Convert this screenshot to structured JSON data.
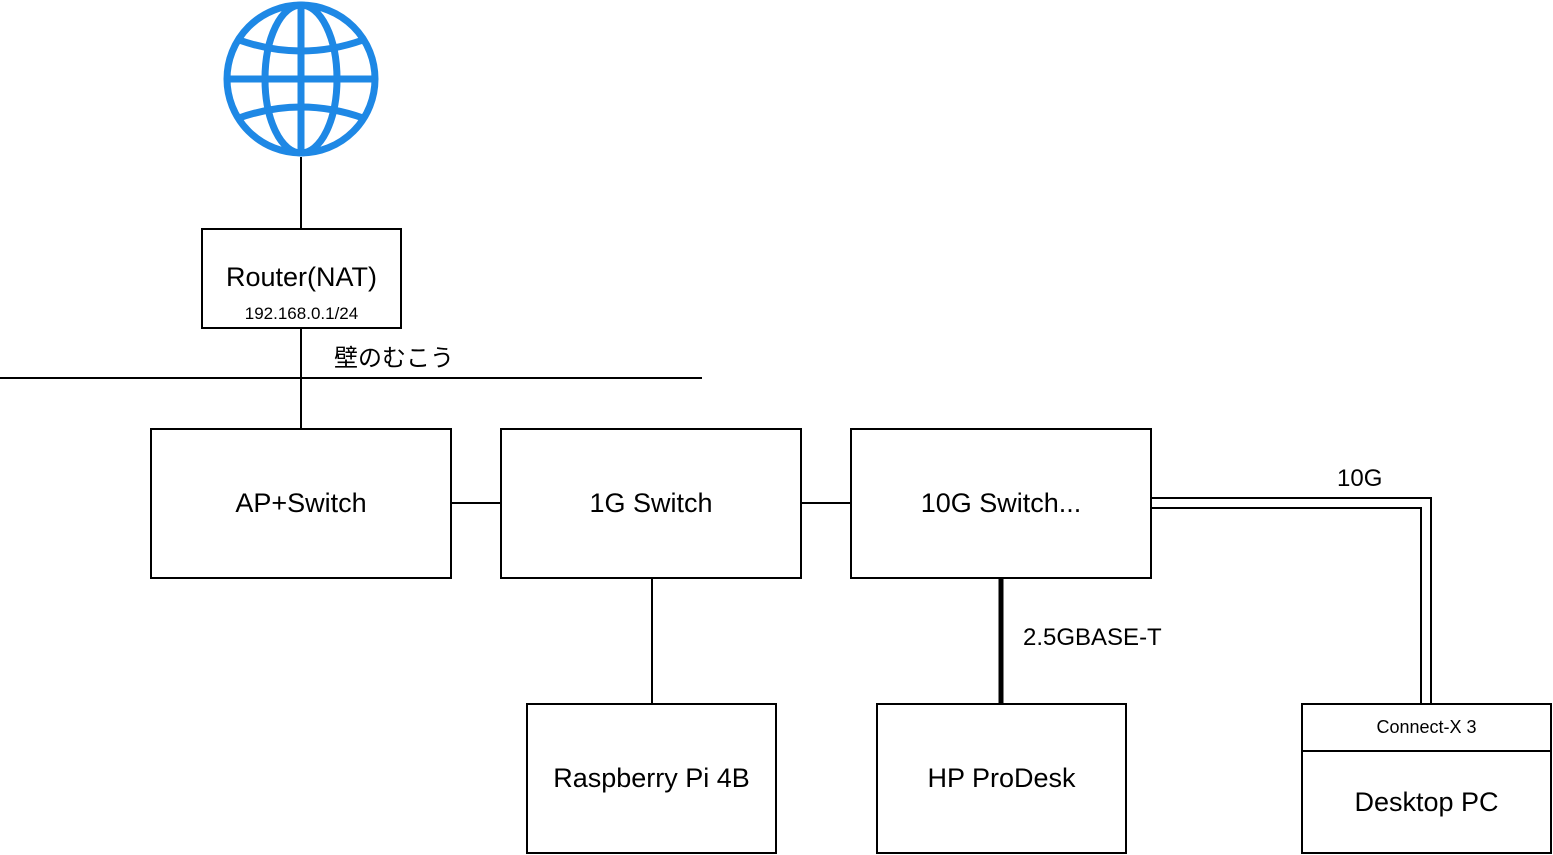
{
  "colors": {
    "globe": "#1e88e5",
    "line": "#000000",
    "background": "#ffffff"
  },
  "icons": {
    "internet": "globe-icon"
  },
  "nodes": {
    "router": {
      "title": "Router(NAT)",
      "address": "192.168.0.1/24"
    },
    "ap_switch": {
      "label": "AP+Switch"
    },
    "switch_1g": {
      "label": "1G Switch"
    },
    "switch_10g": {
      "label": "10G Switch..."
    },
    "raspberry_pi": {
      "label": "Raspberry Pi 4B"
    },
    "hp_prodesk": {
      "label": "HP ProDesk"
    },
    "desktop_pc": {
      "nic": "Connect-X 3",
      "label": "Desktop PC"
    }
  },
  "wall_label": "壁のむこう",
  "edge_labels": {
    "to_hp": "2.5GBASE-T",
    "to_desktop": "10G"
  }
}
